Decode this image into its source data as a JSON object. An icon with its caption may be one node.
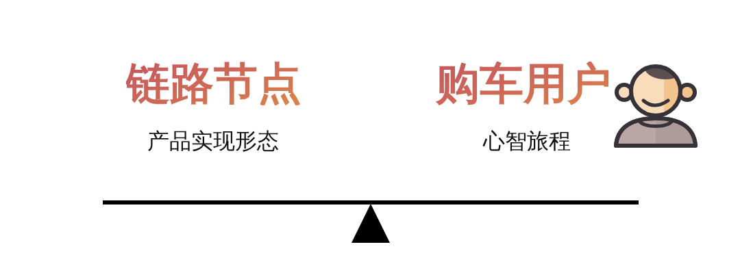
{
  "diagram": {
    "labels": [
      "链路节点",
      "产品实现形态",
      "购车用户",
      "心智旅程"
    ]
  }
}
